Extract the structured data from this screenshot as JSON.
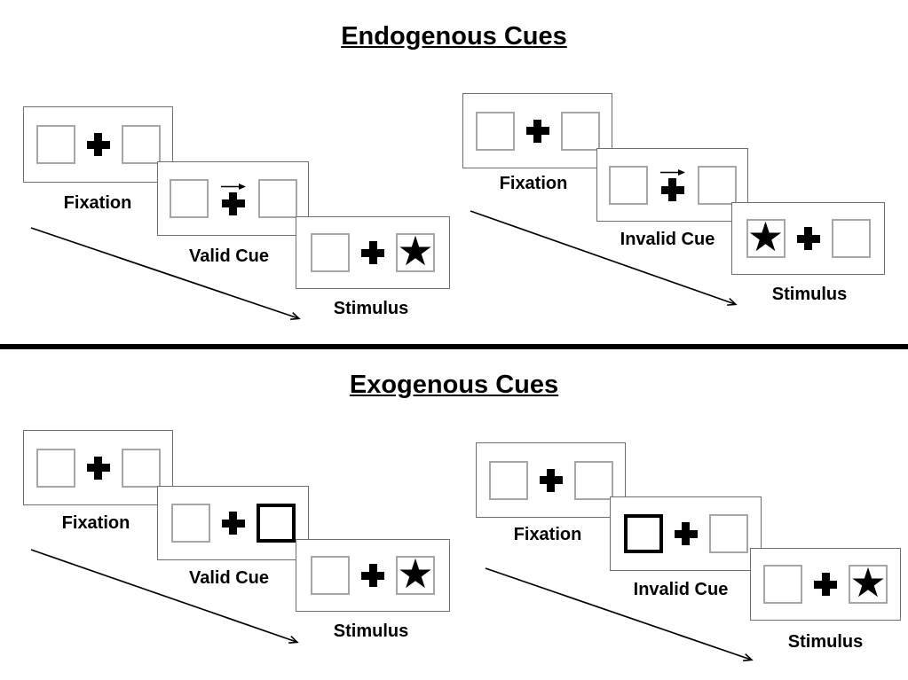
{
  "diagram": {
    "kind": "posner-cueing-task-schematic",
    "colors": {
      "background": "#ffffff",
      "ink": "#000000",
      "panel_border": "#6e6e6e",
      "placeholder_box_border": "#a6a6a6",
      "exogenous_cue_box_border": "#000000",
      "divider": "#000000"
    },
    "icons": {
      "target_star": "★",
      "fixation_cross": "bold-plus-shape",
      "endogenous_cue_arrow": "small-right-arrow",
      "sequence_arrow": "long-diagonal-down-right-arrow"
    }
  },
  "sections": [
    {
      "title": "Endogenous Cues",
      "groups": [
        {
          "condition": "valid",
          "panels": [
            {
              "label": "Fixation",
              "left_box": "empty",
              "right_box": "empty",
              "center_cue_arrow": false
            },
            {
              "label": "Valid Cue",
              "left_box": "empty",
              "right_box": "empty",
              "center_cue_arrow": true
            },
            {
              "label": "Stimulus",
              "left_box": "empty",
              "right_box": "star",
              "center_cue_arrow": false
            }
          ]
        },
        {
          "condition": "invalid",
          "panels": [
            {
              "label": "Fixation",
              "left_box": "empty",
              "right_box": "empty",
              "center_cue_arrow": false
            },
            {
              "label": "Invalid Cue",
              "left_box": "empty",
              "right_box": "empty",
              "center_cue_arrow": true
            },
            {
              "label": "Stimulus",
              "left_box": "star",
              "right_box": "empty",
              "center_cue_arrow": false
            }
          ]
        }
      ]
    },
    {
      "title": "Exogenous Cues",
      "groups": [
        {
          "condition": "valid",
          "panels": [
            {
              "label": "Fixation",
              "left_box": "empty",
              "right_box": "empty",
              "center_cue_arrow": false
            },
            {
              "label": "Valid Cue",
              "left_box": "empty",
              "right_box": "bold-cue",
              "center_cue_arrow": false
            },
            {
              "label": "Stimulus",
              "left_box": "empty",
              "right_box": "star",
              "center_cue_arrow": false
            }
          ]
        },
        {
          "condition": "invalid",
          "panels": [
            {
              "label": "Fixation",
              "left_box": "empty",
              "right_box": "empty",
              "center_cue_arrow": false
            },
            {
              "label": "Invalid Cue",
              "left_box": "bold-cue",
              "right_box": "empty",
              "center_cue_arrow": false
            },
            {
              "label": "Stimulus",
              "left_box": "empty",
              "right_box": "star",
              "center_cue_arrow": false
            }
          ]
        }
      ]
    }
  ]
}
